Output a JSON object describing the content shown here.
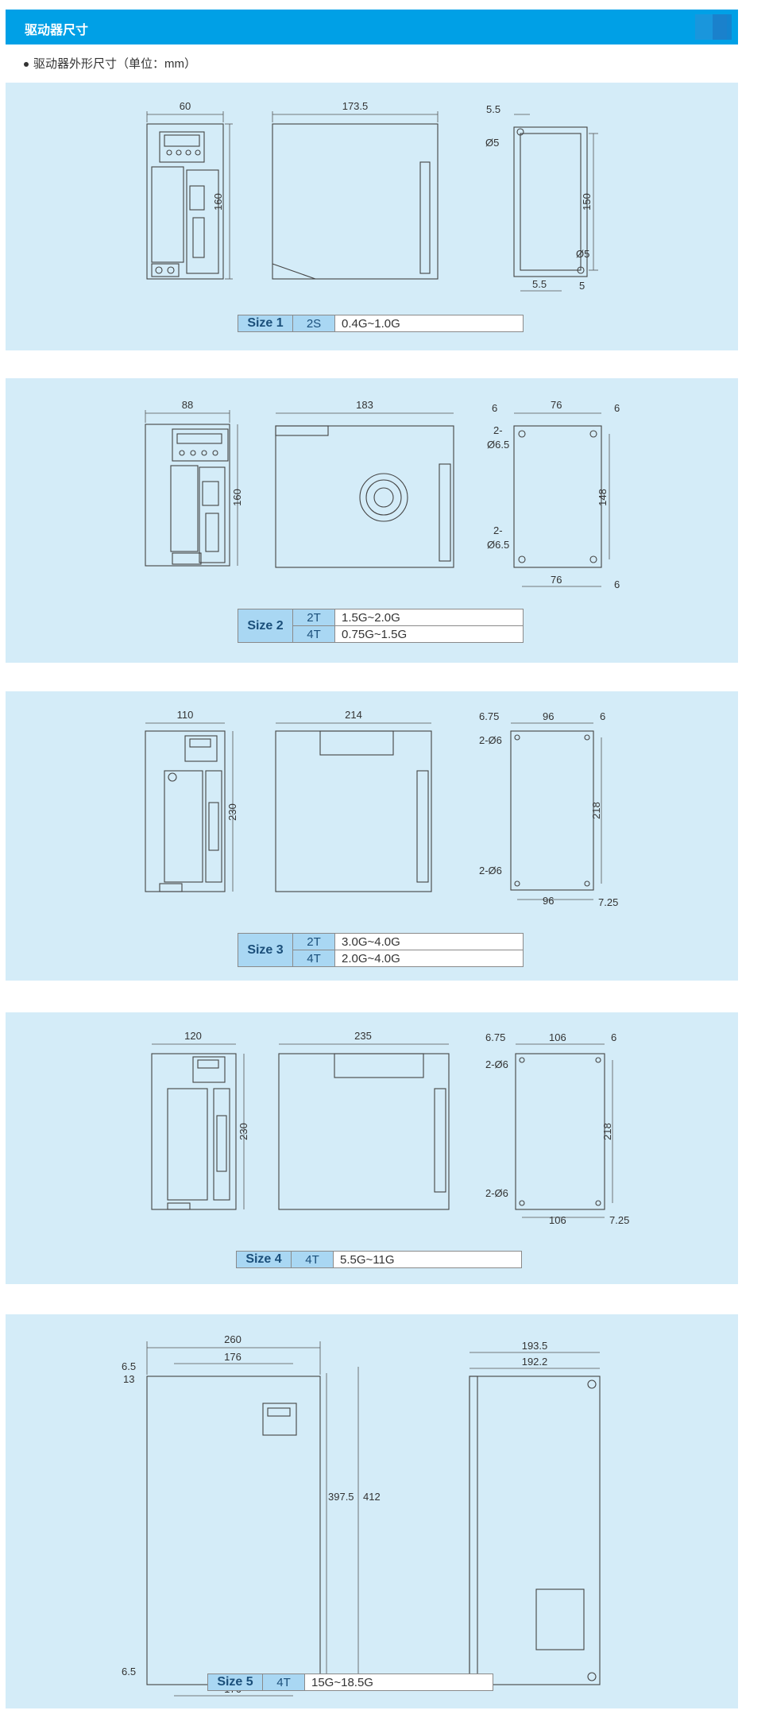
{
  "header": {
    "title": "驱动器尺寸"
  },
  "subtitle": "驱动器外形尺寸（单位：mm）",
  "sizes": [
    {
      "name": "Size 1",
      "rows": [
        {
          "voltage": "2S",
          "range": "0.4G~1.0G"
        }
      ],
      "dims": {
        "front_w": "60",
        "height": "160",
        "side_depth": "173.5",
        "back_offset": "5.5",
        "hole_top": "Ø5",
        "hole_bottom": "Ø5",
        "mount_h": "150",
        "back_bottom_offset": "5.5",
        "back_right": "5"
      }
    },
    {
      "name": "Size 2",
      "rows": [
        {
          "voltage": "2T",
          "range": "1.5G~2.0G"
        },
        {
          "voltage": "4T",
          "range": "0.75G~1.5G"
        }
      ],
      "dims": {
        "front_w": "88",
        "height": "160",
        "side_depth": "183",
        "left_off": "6",
        "mount_w": "76",
        "right_off": "6",
        "hole_top_a": "2-",
        "hole_top_b": "Ø6.5",
        "hole_bot_a": "2-",
        "hole_bot_b": "Ø6.5",
        "mount_h": "148",
        "mount_w_bottom": "76",
        "right_off_bottom": "6"
      }
    },
    {
      "name": "Size 3",
      "rows": [
        {
          "voltage": "2T",
          "range": "3.0G~4.0G"
        },
        {
          "voltage": "4T",
          "range": "2.0G~4.0G"
        }
      ],
      "dims": {
        "front_w": "110",
        "height": "230",
        "side_depth": "214",
        "left_off": "6.75",
        "mount_w": "96",
        "right_off": "6",
        "hole_top": "2-Ø6",
        "hole_bottom": "2-Ø6",
        "mount_h": "218",
        "mount_w_bottom": "96",
        "right_off_bottom": "7.25"
      }
    },
    {
      "name": "Size 4",
      "rows": [
        {
          "voltage": "4T",
          "range": "5.5G~11G"
        }
      ],
      "dims": {
        "front_w": "120",
        "height": "230",
        "side_depth": "235",
        "left_off": "6.75",
        "mount_w": "106",
        "right_off": "6",
        "hole_top": "2-Ø6",
        "hole_bottom": "2-Ø6",
        "mount_h": "218",
        "mount_w_bottom": "106",
        "right_off_bottom": "7.25"
      }
    },
    {
      "name": "Size 5",
      "rows": [
        {
          "voltage": "4T",
          "range": "15G~18.5G"
        }
      ],
      "dims": {
        "total_w": "260",
        "mount_w": "176",
        "left_a": "6.5",
        "left_b": "13",
        "inner_h": "397.5",
        "total_h": "412",
        "left_bottom": "6.5",
        "mount_w_bottom": "176",
        "depth_outer": "193.5",
        "depth_inner": "192.2"
      }
    }
  ]
}
